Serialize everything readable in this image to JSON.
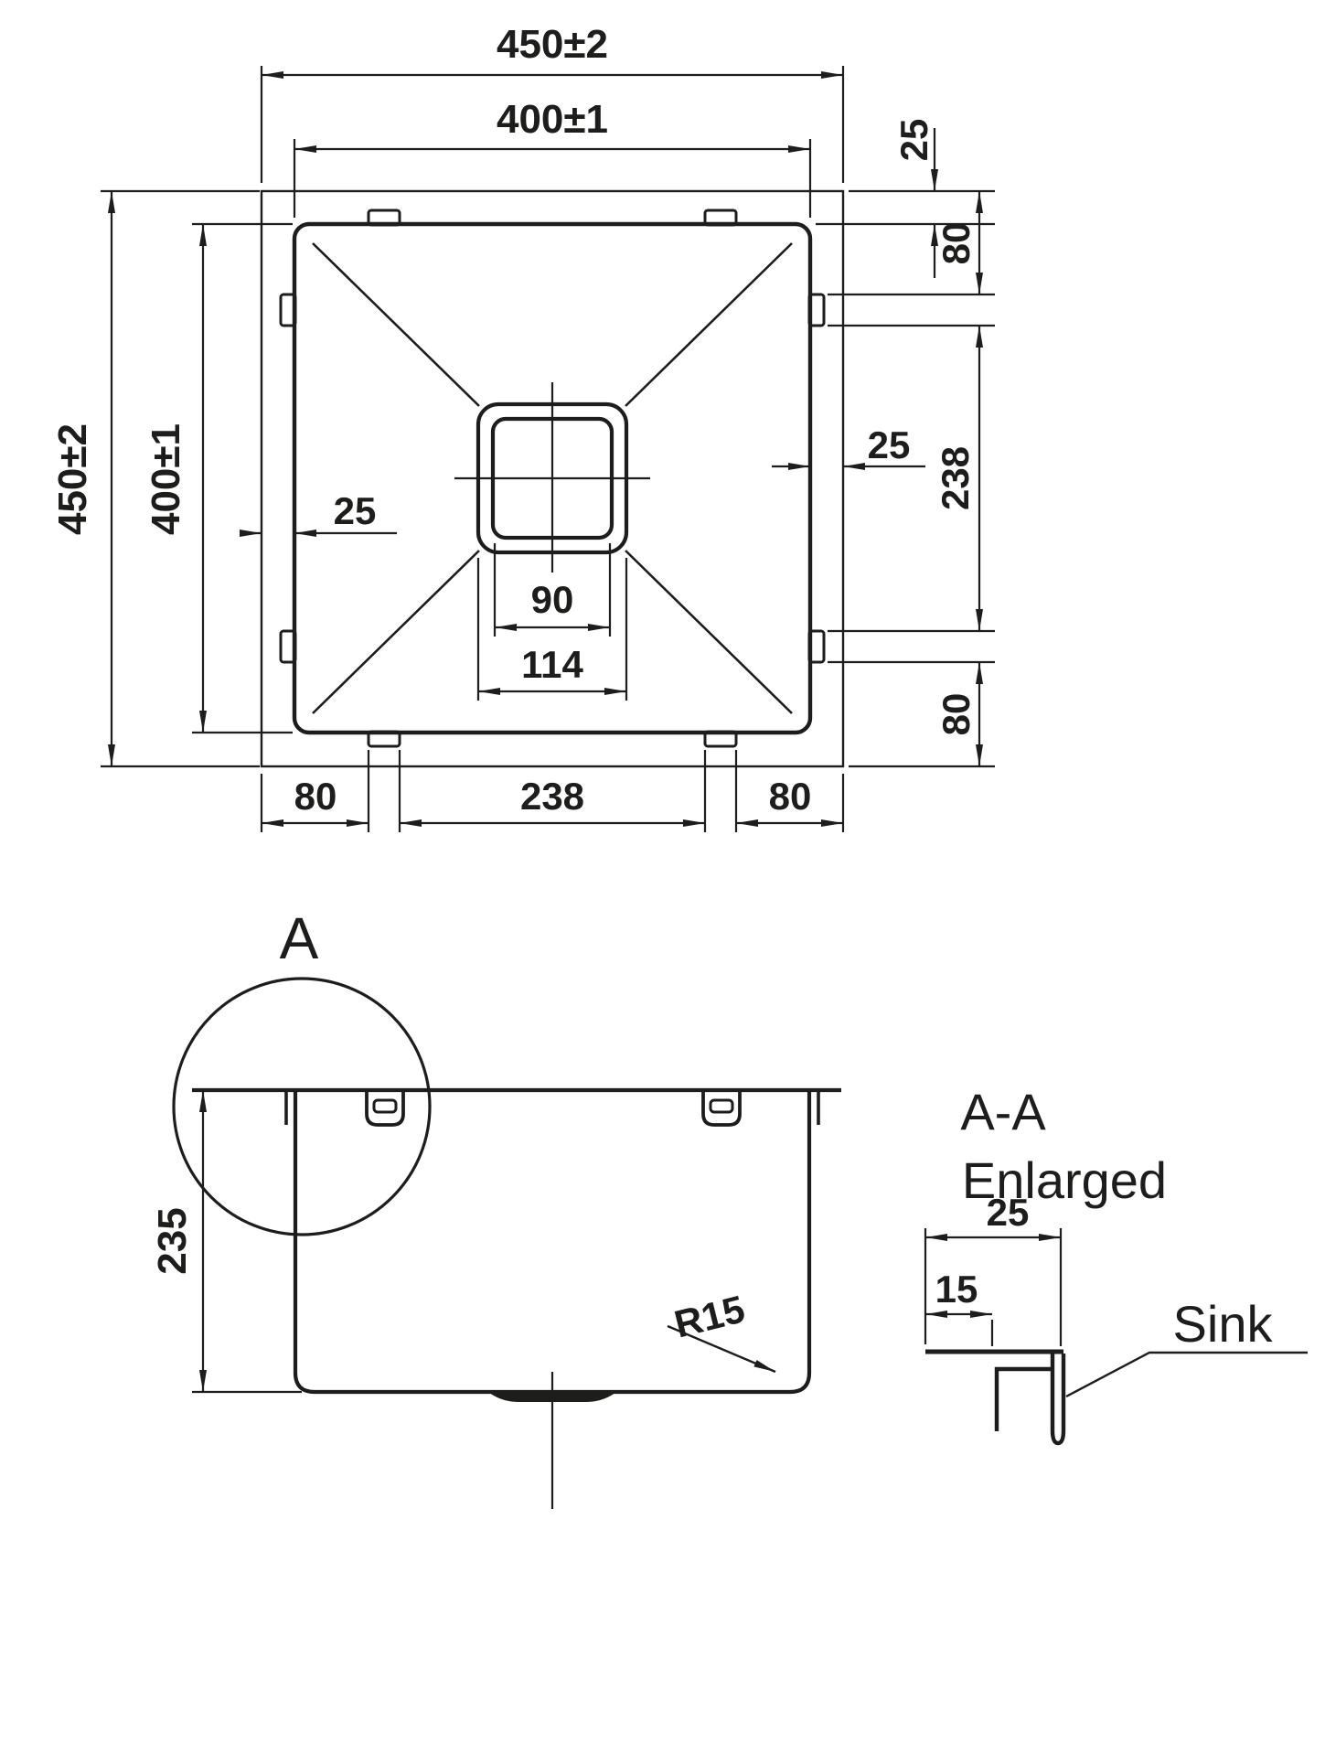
{
  "top_view": {
    "dim_width_outer": "450±2",
    "dim_width_inner": "400±1",
    "dim_height_outer": "450±2",
    "dim_height_inner": "400±1",
    "dim_rim_left": "25",
    "dim_rim_right": "25",
    "dim_rim_top_right": "25",
    "dim_edge_top": "80",
    "dim_clip_span_right": "238",
    "dim_edge_bottom": "80",
    "dim_drain_inner": "90",
    "dim_drain_outer": "114",
    "dim_edge_left": "80",
    "dim_clip_span_bottom": "238",
    "dim_edge_right": "80"
  },
  "side_view": {
    "detail_marker": "A",
    "dim_depth": "235",
    "dim_corner_radius": "R15"
  },
  "detail_view": {
    "title": "A-A",
    "subtitle": "Enlarged",
    "dim_rim_width": "25",
    "dim_rim_step": "15",
    "callout": "Sink"
  },
  "colors": {
    "line": "#1d1d1b",
    "background": "#ffffff"
  }
}
